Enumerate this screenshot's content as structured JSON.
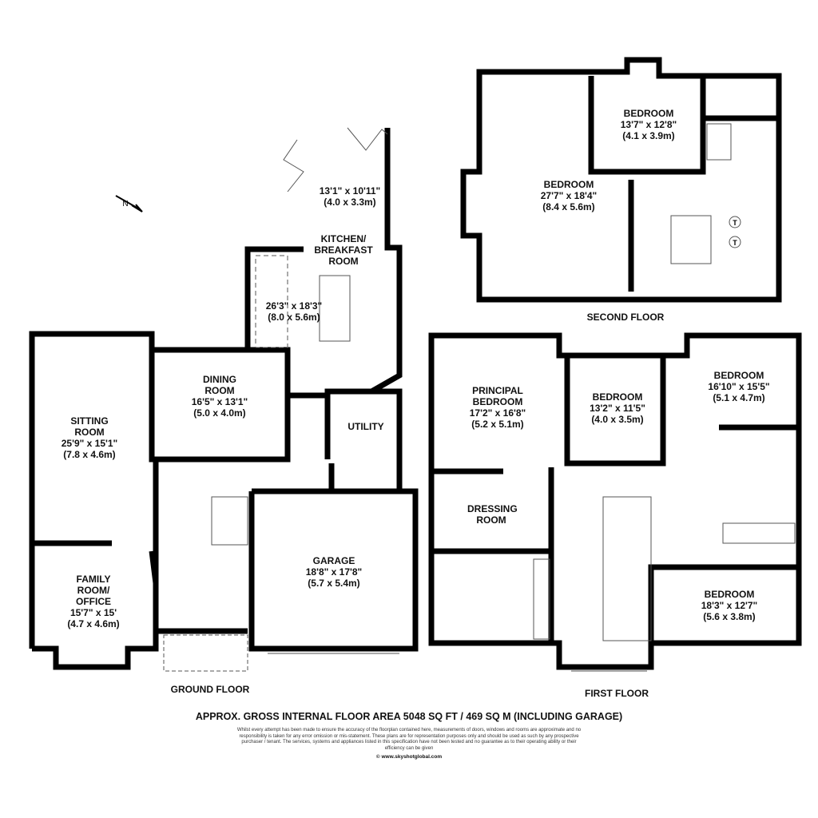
{
  "ground_floor": {
    "title": "GROUND FLOOR",
    "rooms": [
      {
        "name": "SITTING ROOM",
        "dim_imperial": "25'9\" x 15'1\"",
        "dim_metric": "(7.8 x 4.6m)"
      },
      {
        "name": "DINING ROOM",
        "dim_imperial": "16'5\" x 13'1\"",
        "dim_metric": "(5.0 x 4.0m)"
      },
      {
        "name": "KITCHEN/ BREAKFAST ROOM",
        "dim_imperial": "26'3\" x 18'3\"",
        "dim_metric": "(8.0 x 5.6m)"
      },
      {
        "name": "",
        "dim_imperial": "13'1\" x 10'11\"",
        "dim_metric": "(4.0 x 3.3m)"
      },
      {
        "name": "UTILITY"
      },
      {
        "name": "GARAGE",
        "dim_imperial": "18'8\" x 17'8\"",
        "dim_metric": "(5.7 x 5.4m)"
      },
      {
        "name": "FAMILY ROOM/ OFFICE",
        "dim_imperial": "15'7\" x 15'",
        "dim_metric": "(4.7 x 4.6m)"
      }
    ]
  },
  "first_floor": {
    "title": "FIRST FLOOR",
    "rooms": [
      {
        "name": "PRINCIPAL BEDROOM",
        "dim_imperial": "17'2\" x 16'8\"",
        "dim_metric": "(5.2 x 5.1m)"
      },
      {
        "name": "BEDROOM",
        "dim_imperial": "13'2\" x 11'5\"",
        "dim_metric": "(4.0 x 3.5m)"
      },
      {
        "name": "BEDROOM",
        "dim_imperial": "16'10\" x 15'5\"",
        "dim_metric": "(5.1 x 4.7m)"
      },
      {
        "name": "DRESSING ROOM"
      },
      {
        "name": "BEDROOM",
        "dim_imperial": "18'3\" x 12'7\"",
        "dim_metric": "(5.6 x 3.8m)"
      }
    ]
  },
  "second_floor": {
    "title": "SECOND FLOOR",
    "rooms": [
      {
        "name": "BEDROOM",
        "dim_imperial": "27'7\" x 18'4\"",
        "dim_metric": "(8.4 x 5.6m)"
      },
      {
        "name": "BEDROOM",
        "dim_imperial": "13'7\" x 12'8\"",
        "dim_metric": "(4.1 x 3.9m)"
      }
    ],
    "tank_label": "T"
  },
  "compass_label": "N",
  "area_summary": "APPROX. GROSS INTERNAL FLOOR AREA 5048 SQ FT / 469 SQ M (INCLUDING GARAGE)",
  "disclaimer": "Whilst every attempt has been made to ensure the accuracy of the floorplan contained here, measurements of doors, windows and rooms are approximate and no responsibility is taken for any error omission or mis-statement. These plans are for representation purposes only and should be used as such by any prospective purchaser / tenant. The services, systems and appliances listed in this specification have not been tested and no guarantee as to their operating ability or their efficiency can be given",
  "copyright": "© www.skyshotglobal.com",
  "colors": {
    "wall": "#000000",
    "background": "#ffffff"
  }
}
